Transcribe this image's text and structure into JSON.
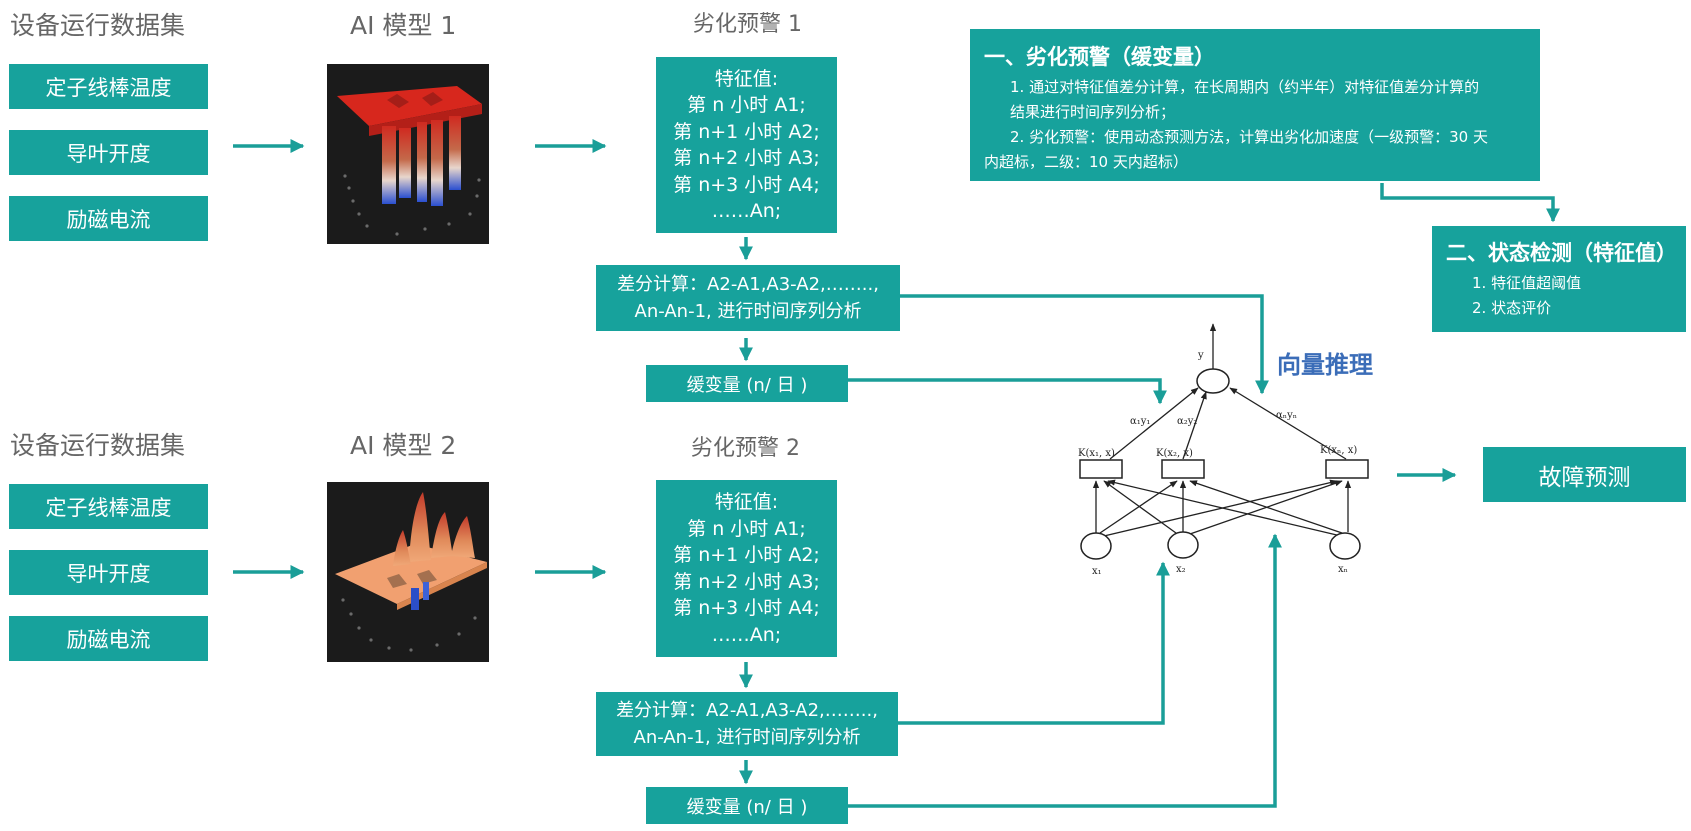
{
  "section1": {
    "dataset_title": "设备运行数据集",
    "params": [
      "定子线棒温度",
      "导叶开度",
      "励磁电流"
    ],
    "model_title": "AI 模型 1",
    "warning_title": "劣化预警 1",
    "features": [
      "特征值:",
      "第 n 小时 A1;",
      "第 n+1 小时 A2;",
      "第 n+2 小时 A3;",
      "第 n+3 小时 A4;",
      "……An;"
    ],
    "diff": [
      "差分计算：A2-A1,A3-A2,……..,",
      "An-An-1, 进行时间序列分析"
    ],
    "slow_var": "缓变量 (n/ 日 )"
  },
  "section2": {
    "dataset_title": "设备运行数据集",
    "params": [
      "定子线棒温度",
      "导叶开度",
      "励磁电流"
    ],
    "model_title": "AI 模型 2",
    "warning_title": "劣化预警 2",
    "features": [
      "特征值:",
      "第 n 小时 A1;",
      "第 n+1 小时 A2;",
      "第 n+2 小时 A3;",
      "第 n+3 小时 A4;",
      "……An;"
    ],
    "diff": [
      "差分计算：A2-A1,A3-A2,……..,",
      "An-An-1, 进行时间序列分析"
    ],
    "slow_var": "缓变量 (n/ 日 )"
  },
  "info1": {
    "title": "一、劣化预警（缓变量）",
    "lines": [
      "1. 通过对特征值差分计算，在长周期内（约半年）对特征值差分计算的",
      "结果进行时间序列分析；",
      "2. 劣化预警：使用动态预测方法，计算出劣化加速度（一级预警：30 天",
      "内超标，二级：10 天内超标）"
    ]
  },
  "info2": {
    "title": "二、状态检测（特征值）",
    "lines": [
      "1. 特征值超阈值",
      "2. 状态评价"
    ]
  },
  "vector_label": "向量推理",
  "network": {
    "output": "y",
    "weights": [
      "α₁y₁",
      "α₂y₂",
      "αₙyₙ"
    ],
    "kernels": [
      "K(x₁, x)",
      "K(x₂, x)",
      "K(xₙ, x)"
    ],
    "inputs": [
      "x₁",
      "x₂",
      "xₙ"
    ]
  },
  "fault_prediction": "故障预测",
  "colors": {
    "teal": "#17a29c",
    "blue": "#3b6db8",
    "arrow": "#1a9e98"
  }
}
